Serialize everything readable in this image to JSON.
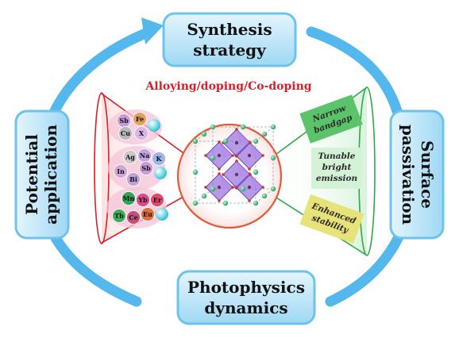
{
  "boxes": {
    "top": [
      "Synthesis",
      "strategy"
    ],
    "left": [
      "Potential",
      "application"
    ],
    "right": [
      "Surface",
      "passivation"
    ],
    "bottom": [
      "Photophysics",
      "dynamics"
    ]
  },
  "center_label": "Alloying/doping/Co-doping",
  "dopant_groups": [
    [
      "Sb",
      "Fe",
      "Cu",
      "X"
    ],
    [
      "Ag",
      "Na",
      "K",
      "In",
      "Sb",
      "Bi"
    ],
    [
      "Mn",
      "Yb",
      "Er",
      "Tb",
      "Ce",
      "Eu"
    ]
  ],
  "properties": [
    [
      "Narrow",
      "bandgap"
    ],
    [
      "Tunable",
      "bright",
      "emission"
    ],
    [
      "Enhanced",
      "stability"
    ]
  ],
  "colors": {
    "cycle_arrow": "#4fb4ea",
    "box_fill": "#bfe6f8",
    "box_edge": "#6cc3ec",
    "accent_red": "#d81f26",
    "accent_green": "#2ea84a",
    "octahedron": "#8a5cd6",
    "atom": "#2fb87a"
  }
}
